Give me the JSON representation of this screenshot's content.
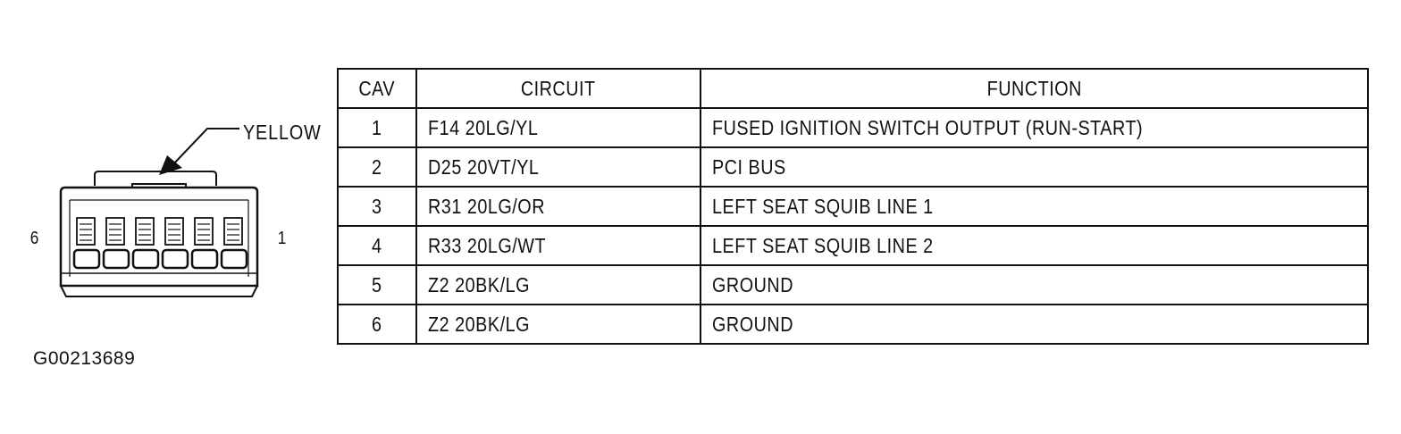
{
  "connector": {
    "color_label": "YELLOW",
    "pin_left_label": "6",
    "pin_right_label": "1",
    "cavity_count": 6
  },
  "figure_id": "G00213689",
  "table": {
    "headers": [
      "CAV",
      "CIRCUIT",
      "FUNCTION"
    ],
    "rows": [
      {
        "cav": "1",
        "circuit": "F14 20LG/YL",
        "function": "FUSED IGNITION SWITCH OUTPUT (RUN-START)"
      },
      {
        "cav": "2",
        "circuit": "D25 20VT/YL",
        "function": "PCI BUS"
      },
      {
        "cav": "3",
        "circuit": "R31 20LG/OR",
        "function": "LEFT SEAT SQUIB LINE 1"
      },
      {
        "cav": "4",
        "circuit": "R33 20LG/WT",
        "function": "LEFT SEAT SQUIB LINE 2"
      },
      {
        "cav": "5",
        "circuit": "Z2 20BK/LG",
        "function": "GROUND"
      },
      {
        "cav": "6",
        "circuit": "Z2 20BK/LG",
        "function": "GROUND"
      }
    ]
  }
}
